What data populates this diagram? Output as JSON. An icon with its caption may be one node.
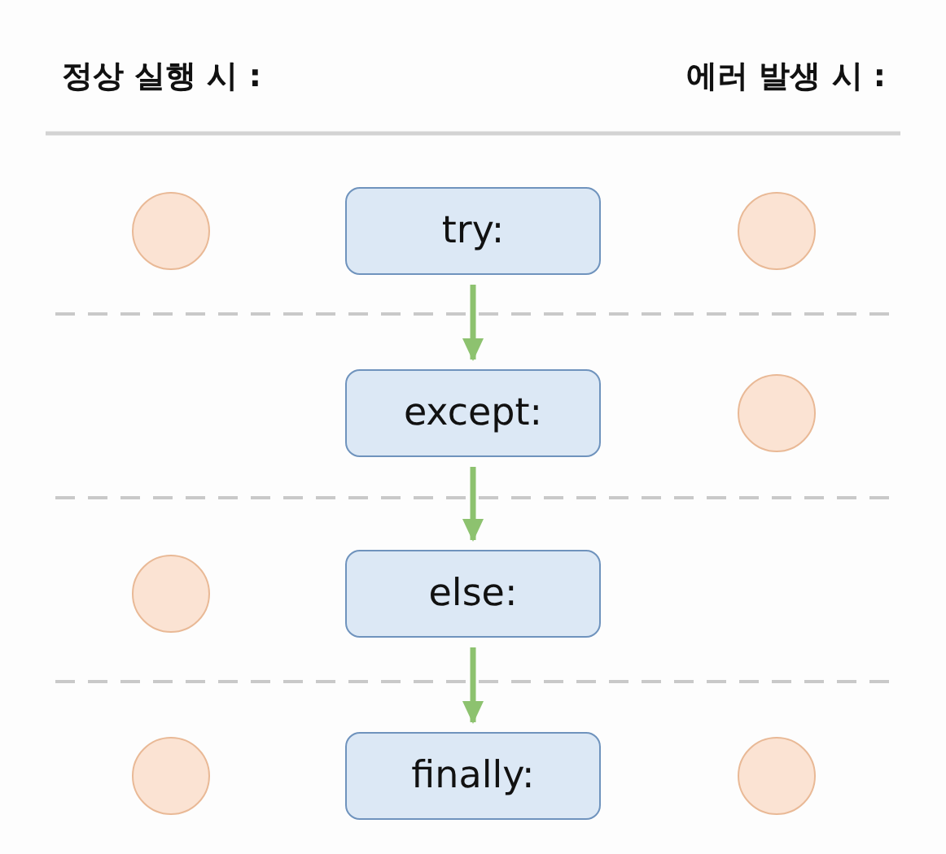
{
  "diagram": {
    "nodes": [
      {
        "text": [],
        "shape": "circle"
      },
      {
        "text": [
          "try:"
        ]
      },
      {
        "text": [],
        "shape": "circle"
      },
      {
        "text": [
          "except:"
        ]
      },
      {
        "text": [],
        "shape": "circle"
      },
      {
        "text": [],
        "shape": "circle"
      },
      {
        "text": [
          "else:"
        ]
      },
      {
        "text": [],
        "shape": "circle"
      },
      {
        "text": [
          "finally:"
        ]
      },
      {
        "text": [],
        "shape": "circle"
      }
    ],
    "edges": [
      {
        "from": 1,
        "to": 3,
        "arrow": "to"
      },
      {
        "from": 3,
        "to": 6,
        "arrow": "to"
      },
      {
        "from": 6,
        "to": 8,
        "arrow": "to"
      }
    ],
    "labels": [
      "정상 실행 시 :",
      "에러 발생 시 :"
    ]
  }
}
